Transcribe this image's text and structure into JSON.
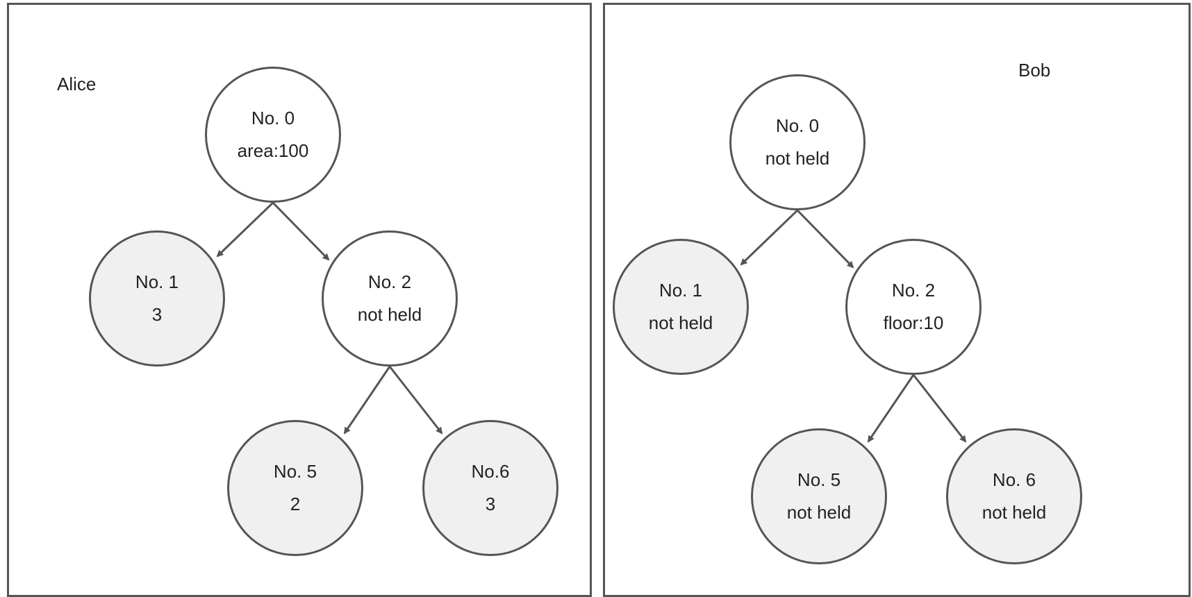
{
  "colors": {
    "stroke": "#555555",
    "text": "#222222",
    "leaf_fill": "#eff0ef",
    "inner_fill": "#ffffff"
  },
  "panels": {
    "alice": {
      "owner": "Alice",
      "nodes": {
        "n0": {
          "name": "No. 0",
          "value": "area:100"
        },
        "n1": {
          "name": "No. 1",
          "value": "3"
        },
        "n2": {
          "name": "No. 2",
          "value": "not held"
        },
        "n5": {
          "name": "No. 5",
          "value": "2"
        },
        "n6": {
          "name": "No.6",
          "value": "3"
        }
      }
    },
    "bob": {
      "owner": "Bob",
      "nodes": {
        "n0": {
          "name": "No. 0",
          "value": "not held"
        },
        "n1": {
          "name": "No. 1",
          "value": "not held"
        },
        "n2": {
          "name": "No. 2",
          "value": "floor:10"
        },
        "n5": {
          "name": "No. 5",
          "value": "not held"
        },
        "n6": {
          "name": "No. 6",
          "value": "not held"
        }
      }
    }
  }
}
